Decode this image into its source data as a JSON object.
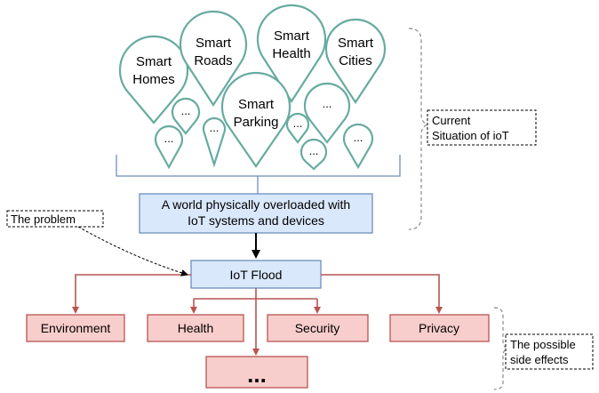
{
  "pins": [
    {
      "id": "smart-homes",
      "lines": [
        "Smart",
        "Homes"
      ]
    },
    {
      "id": "smart-roads",
      "lines": [
        "Smart",
        "Roads"
      ]
    },
    {
      "id": "smart-health",
      "lines": [
        "Smart",
        "Health"
      ]
    },
    {
      "id": "smart-cities",
      "lines": [
        "Smart",
        "Cities"
      ]
    },
    {
      "id": "smart-parking",
      "lines": [
        "Smart",
        "Parking"
      ]
    },
    {
      "id": "more-1",
      "lines": [
        "..."
      ]
    },
    {
      "id": "more-2",
      "lines": [
        "..."
      ]
    },
    {
      "id": "more-3",
      "lines": [
        "..."
      ]
    },
    {
      "id": "more-4",
      "lines": [
        "..."
      ]
    },
    {
      "id": "more-5",
      "lines": [
        "..."
      ]
    },
    {
      "id": "more-6",
      "lines": [
        "..."
      ]
    },
    {
      "id": "more-7",
      "lines": [
        "..."
      ]
    }
  ],
  "world_box": {
    "line1": "A world physically overloaded with",
    "line2": "IoT systems and devices"
  },
  "flood_box": {
    "label": "IoT Flood"
  },
  "effects": {
    "environment": "Environment",
    "health": "Health",
    "security": "Security",
    "privacy": "Privacy",
    "more": "..."
  },
  "notes": {
    "current_line1": "Current",
    "current_line2": "Situation of ioT",
    "problem": "The problem",
    "side_line1": "The possible",
    "side_line2": "side effects"
  },
  "colors": {
    "pin_stroke": "#67ab9f",
    "blue_fill": "#dae8fc",
    "blue_stroke": "#6c8ebf",
    "red_fill": "#f8cecc",
    "red_stroke": "#b85450"
  }
}
